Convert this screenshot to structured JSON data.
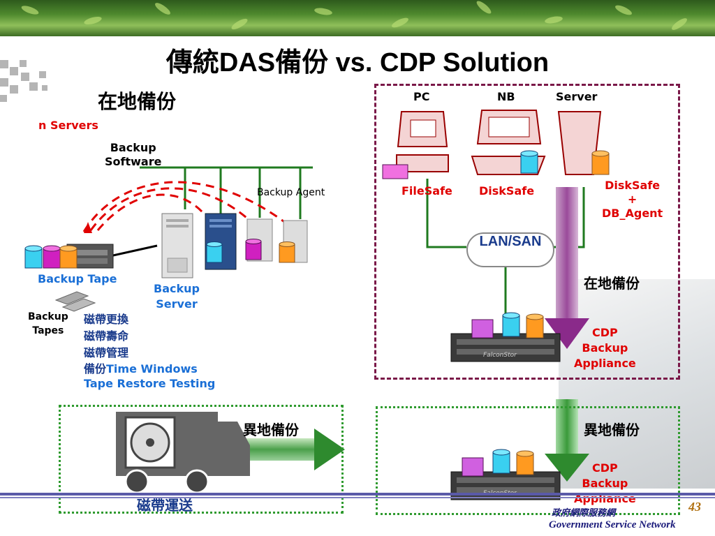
{
  "title": "傳統DAS備份 vs. CDP Solution",
  "left": {
    "heading": "在地備份",
    "n_servers": "n Servers",
    "backup_software": "Backup\nSoftware",
    "backup_agent": "Backup Agent",
    "backup_tape": "Backup Tape",
    "backup_server": "Backup\nServer",
    "backup_tapes": "Backup\nTapes",
    "issues": [
      "磁帶更換",
      "磁帶壽命",
      "磁帶管理"
    ],
    "time_windows_prefix": "備份",
    "time_windows": "Time Windows",
    "tape_restore": "Tape Restore Testing",
    "offsite_label": "異地備份",
    "truck_label": "磁帶運送"
  },
  "right": {
    "pc": "PC",
    "nb": "NB",
    "server": "Server",
    "filesafe": "FileSafe",
    "disksafe": "DiskSafe",
    "disksafe_agent": "DiskSafe\n+\nDB_Agent",
    "lan_san": "LAN/SAN",
    "local_backup": "在地備份",
    "cdp_appliance": "CDP\nBackup\nAppliance",
    "offsite_backup": "異地備份",
    "cdp_appliance2": "CDP\nBackup\nAppliance",
    "appliance_brand": "FalconStor"
  },
  "footer": {
    "page_number": "43",
    "org_chinese": "政府網際服務網",
    "org_english": "Government Service Network"
  },
  "colors": {
    "accent_red": "#e00000",
    "accent_blue": "#1a6fd6",
    "local_box": "#7a1848",
    "offsite_box": "#2e9a2e",
    "banner_green": "#4f8a2e"
  },
  "icons": [
    "tape-cylinder-icon",
    "server-tower-icon",
    "computer-icon",
    "truck-icon",
    "disc-icon",
    "arrow-icon"
  ]
}
